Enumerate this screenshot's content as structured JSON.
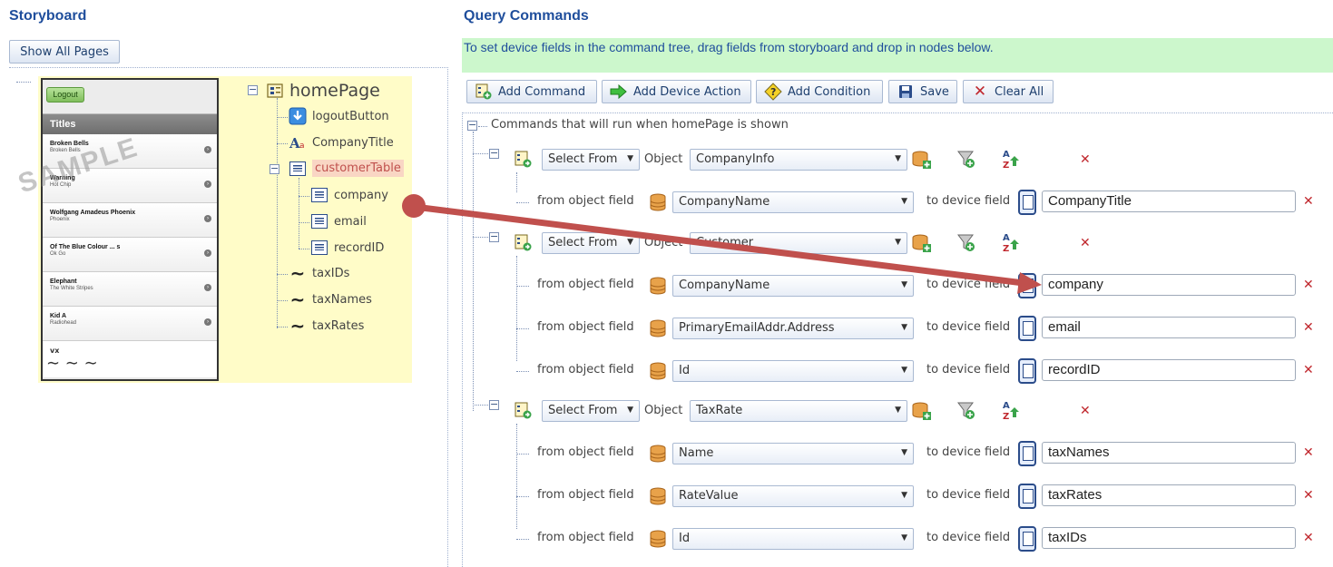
{
  "storyboard": {
    "title": "Storyboard",
    "show_all_label": "Show All Pages",
    "phone": {
      "logout_label": "Logout",
      "header": "Titles",
      "rows": [
        {
          "title": "Broken Bells",
          "subtitle": "Broken Bells"
        },
        {
          "title": "Warning",
          "subtitle": "Hot Chip"
        },
        {
          "title": "Wolfgang Amadeus Phoenix",
          "subtitle": "Phoenix"
        },
        {
          "title": "Of The Blue Colour ... s",
          "subtitle": "Ok Go"
        },
        {
          "title": "Elephant",
          "subtitle": "The White Stripes"
        },
        {
          "title": "Kid A",
          "subtitle": "Radiohead"
        }
      ],
      "foot_label": "vx",
      "watermark": "SAMPLE"
    },
    "tree": {
      "root": "homePage",
      "logout": "logoutButton",
      "company_title": "CompanyTitle",
      "customer_table": "customerTable",
      "company": "company",
      "email": "email",
      "record_id": "recordID",
      "tax_ids": "taxIDs",
      "tax_names": "taxNames",
      "tax_rates": "taxRates"
    }
  },
  "query": {
    "title": "Query Commands",
    "info": "To set device fields in the command tree, drag fields from storyboard and drop in nodes below.",
    "toolbar": {
      "add_command": "Add Command",
      "add_device_action": "Add Device Action",
      "add_condition": "Add Condition",
      "save": "Save",
      "clear_all": "Clear All"
    },
    "root_label": "Commands that will run when homePage is shown",
    "select_label": "Select From",
    "object_label": "Object",
    "from_label": "from object field",
    "to_label": "to device field",
    "remove_glyph": "✕",
    "commands": [
      {
        "object": "CompanyInfo",
        "mappings": [
          {
            "from": "CompanyName",
            "to": "CompanyTitle"
          }
        ]
      },
      {
        "object": "Customer",
        "mappings": [
          {
            "from": "CompanyName",
            "to": "company"
          },
          {
            "from": "PrimaryEmailAddr.Address",
            "to": "email"
          },
          {
            "from": "Id",
            "to": "recordID"
          }
        ]
      },
      {
        "object": "TaxRate",
        "mappings": [
          {
            "from": "Name",
            "to": "taxNames"
          },
          {
            "from": "RateValue",
            "to": "taxRates"
          },
          {
            "from": "Id",
            "to": "taxIDs"
          }
        ]
      }
    ]
  },
  "colors": {
    "accent": "#1f4e9c",
    "drag_arrow": "#c0504d",
    "remove": "#c0272d",
    "info_bg": "#ccf7cc",
    "preview_bg": "#fffcc8",
    "selected_node": "#f9d6c4"
  }
}
